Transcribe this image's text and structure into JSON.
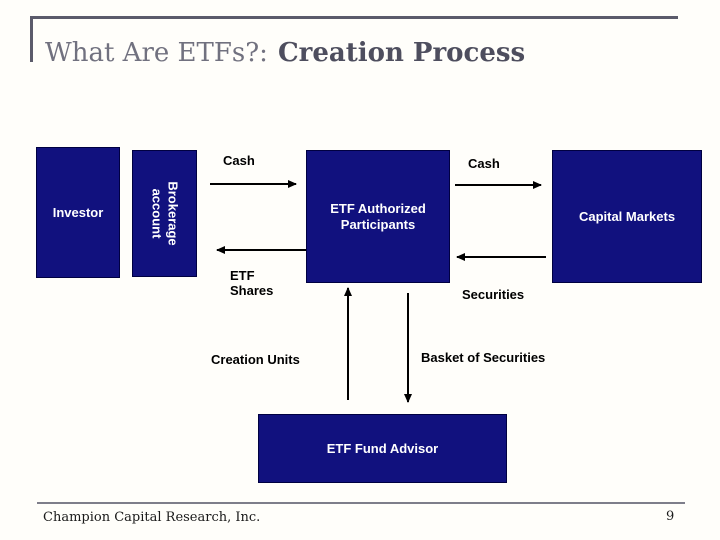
{
  "slide": {
    "title": {
      "prefix": "What Are ETFs?:",
      "emphasis": "Creation Process"
    },
    "footer": {
      "company": "Champion Capital Research, Inc.",
      "page_number": "9"
    }
  },
  "diagram": {
    "boxes": {
      "investor": {
        "label": "Investor"
      },
      "brokerage": {
        "label": "Brokerage account"
      },
      "authorized_participants": {
        "label": "ETF Authorized Participants"
      },
      "capital_markets": {
        "label": "Capital Markets"
      },
      "fund_advisor": {
        "label": "ETF Fund Advisor"
      }
    },
    "flow_labels": {
      "cash_left": "Cash",
      "cash_right": "Cash",
      "etf_shares": "ETF Shares",
      "securities": "Securities",
      "creation_units": "Creation Units",
      "basket_of_securities": "Basket of Securities"
    },
    "colors": {
      "box_fill": "#11117e",
      "box_text": "#ffffff",
      "arrow": "#000000",
      "title_prefix": "#71717f",
      "title_emphasis": "#4e4e5e",
      "rule": "#5b5b6b",
      "footer_rule": "#7e7e8a"
    }
  }
}
